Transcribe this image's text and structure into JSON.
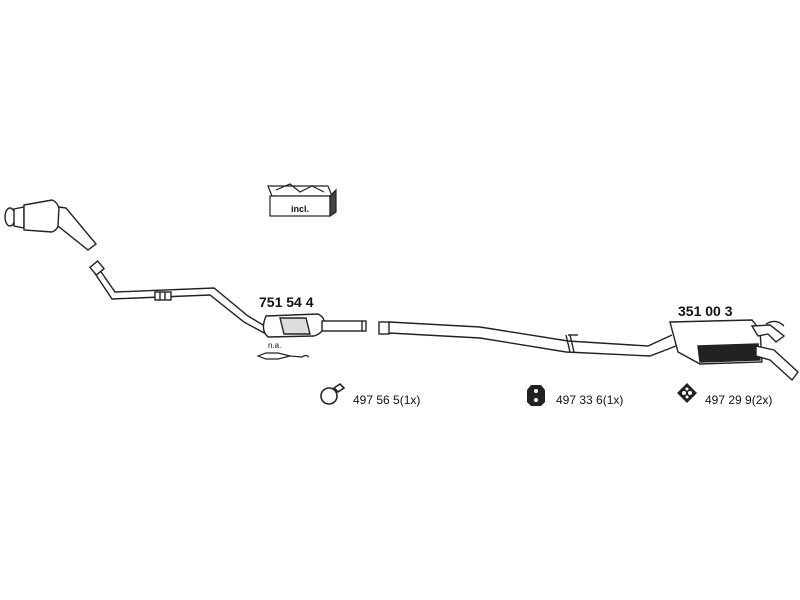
{
  "parts": {
    "catalytic_converter": {
      "number": "751 54 4"
    },
    "rear_silencer": {
      "number": "351 00 3"
    }
  },
  "notes": {
    "sensor": "n.a.",
    "kit_box": "incl."
  },
  "hardware": [
    {
      "icon": "clamp-icon",
      "label": "497 56 5(1x)"
    },
    {
      "icon": "rubber-mount-icon",
      "label": "497 33 6(1x)"
    },
    {
      "icon": "rubber-ring-icon",
      "label": "497 29 9(2x)"
    }
  ]
}
